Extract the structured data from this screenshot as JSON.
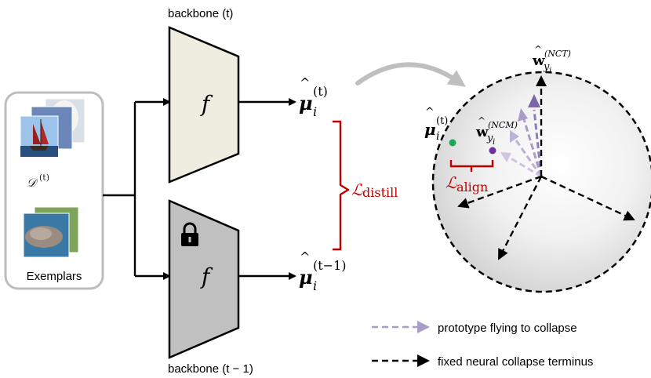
{
  "top_backbone": {
    "label": "backbone (t)",
    "fn": "f"
  },
  "bottom_backbone": {
    "label": "backbone (t − 1)",
    "fn": "f"
  },
  "input_panel": {
    "dataset_label": "𝒟",
    "dataset_sup": "(t)",
    "exemplars_label": "Exemplars"
  },
  "features": {
    "top": {
      "base": "μ",
      "sub": "i",
      "sup": "(t)"
    },
    "bottom": {
      "base": "μ",
      "sub": "i",
      "sup": "(t−1)"
    }
  },
  "loss_distill": {
    "base": "ℒ",
    "sub": "distill"
  },
  "sphere": {
    "mu": {
      "base": "μ",
      "sub": "i",
      "sup": "(t)"
    },
    "w_ncm": {
      "base": "w",
      "sub": "y",
      "subsub": "i",
      "sup": "(NCM)"
    },
    "w_nct": {
      "base": "w",
      "sub": "y",
      "subsub": "i",
      "sup": "(NCT)"
    },
    "loss_align": {
      "base": "ℒ",
      "sub": "align"
    }
  },
  "legend": {
    "flying": "prototype flying to collapse",
    "terminus": "fixed neural collapse terminus"
  },
  "colors": {
    "red": "#c00000",
    "purple": "#7b67a8",
    "green": "#1aaa55",
    "top_fill": "#efece0",
    "bottom_fill": "#c0c0c0"
  }
}
